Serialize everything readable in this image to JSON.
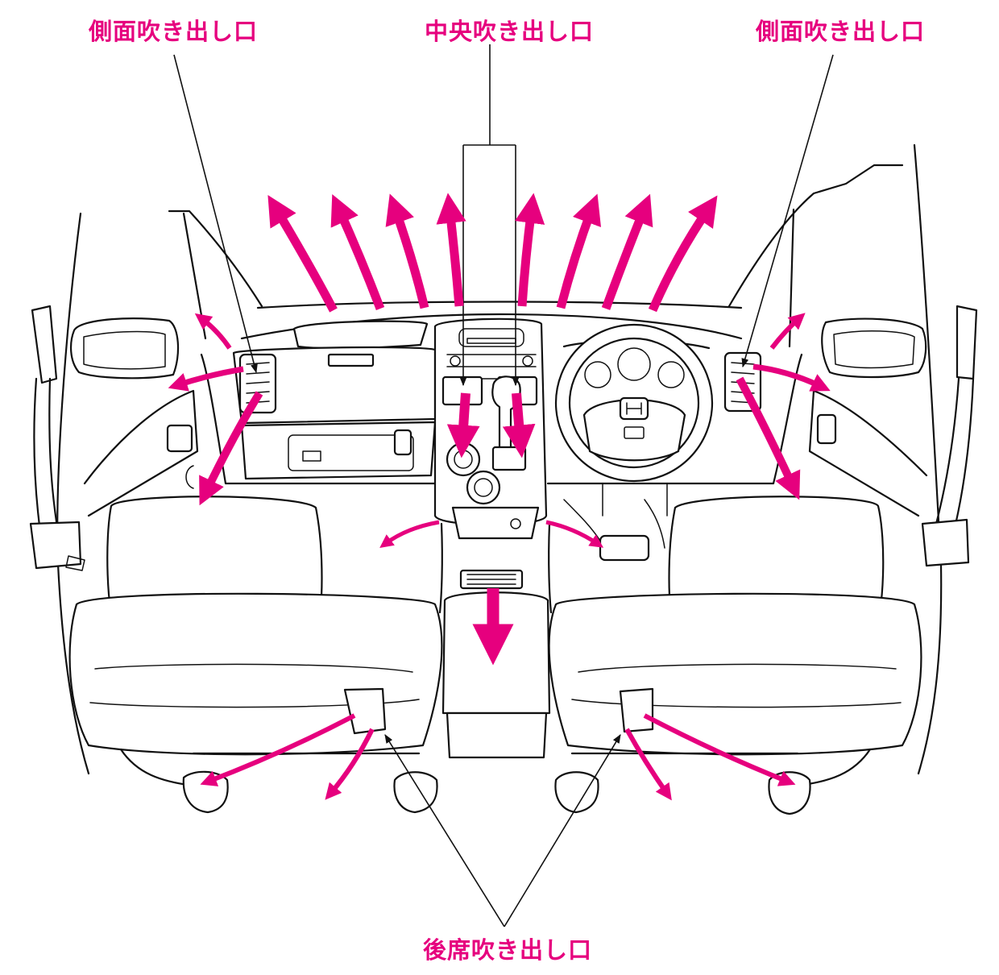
{
  "labels": {
    "side_vent_left": "側面吹き出し口",
    "center_vent": "中央吹き出し口",
    "side_vent_right": "側面吹き出し口",
    "rear_vent": "後席吹き出し口"
  },
  "colors": {
    "airflow": "#e6007e",
    "line": "#111111",
    "label": "#e6007e"
  },
  "icons": {
    "brand_emblem": "honda-emblem"
  }
}
